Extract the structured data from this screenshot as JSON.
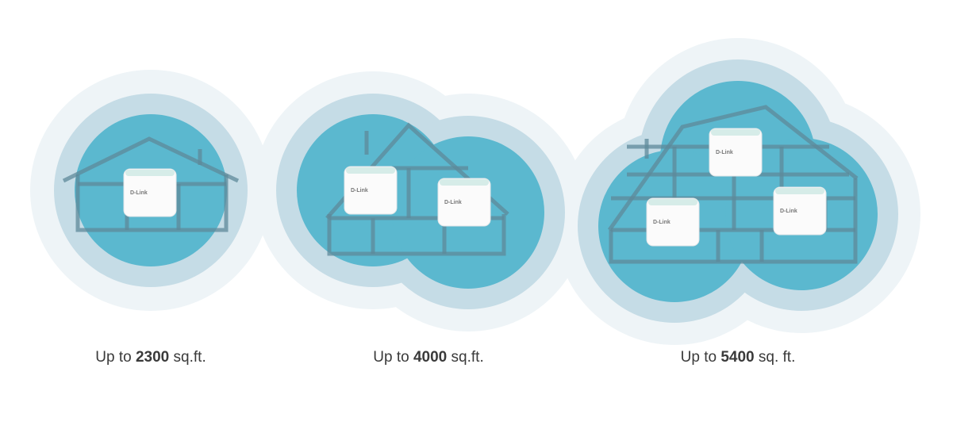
{
  "coverage": [
    {
      "prefix": "Up to",
      "value": "2300",
      "unit": "sq.ft.",
      "routers": 1
    },
    {
      "prefix": "Up to",
      "value": "4000",
      "unit": "sq.ft.",
      "routers": 2
    },
    {
      "prefix": "Up to",
      "value": "5400",
      "unit": "sq. ft.",
      "routers": 3
    }
  ],
  "router_brand": "D-Link",
  "colors": {
    "inner": "#5bb8cf",
    "middle": "#c5dce6",
    "outer": "#eef4f7",
    "lines": "#5e8a9a"
  }
}
